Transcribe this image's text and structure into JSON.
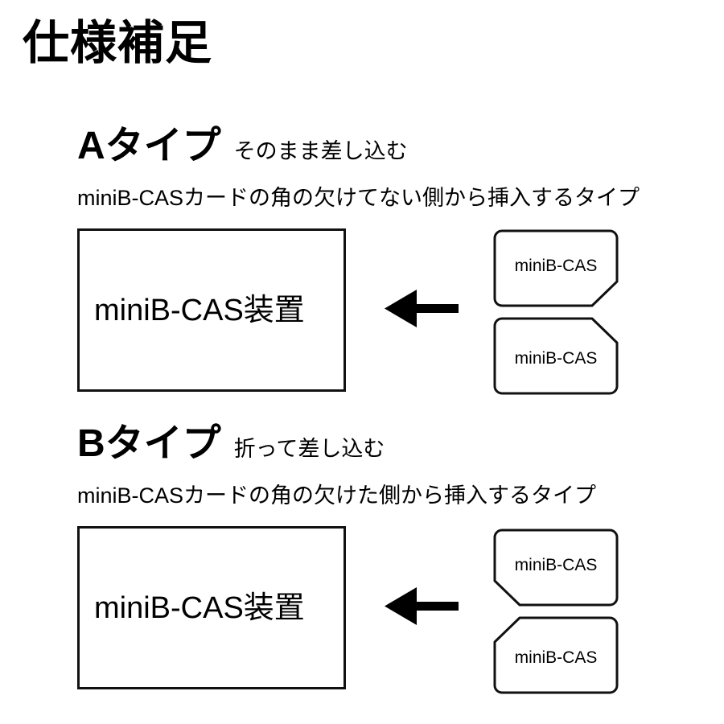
{
  "page": {
    "title": "仕様補足",
    "background_color": "#ffffff",
    "line_color": "#111111"
  },
  "sections": [
    {
      "id": "a",
      "type_title": "Aタイプ",
      "type_sub": "そのまま差し込む",
      "description": "miniB-CASカードの角の欠けてない側から挿入するタイプ",
      "device_label": "miniB-CAS装置",
      "arrow_icon": "arrow-left-icon",
      "cards": [
        {
          "label": "miniB-CAS",
          "notch_corner": "bottom-right"
        },
        {
          "label": "miniB-CAS",
          "notch_corner": "top-right"
        }
      ]
    },
    {
      "id": "b",
      "type_title": "Bタイプ",
      "type_sub": "折って差し込む",
      "description": "miniB-CASカードの角の欠けた側から挿入するタイプ",
      "device_label": "miniB-CAS装置",
      "arrow_icon": "arrow-left-icon",
      "cards": [
        {
          "label": "miniB-CAS",
          "notch_corner": "bottom-left"
        },
        {
          "label": "miniB-CAS",
          "notch_corner": "top-left"
        }
      ]
    }
  ]
}
